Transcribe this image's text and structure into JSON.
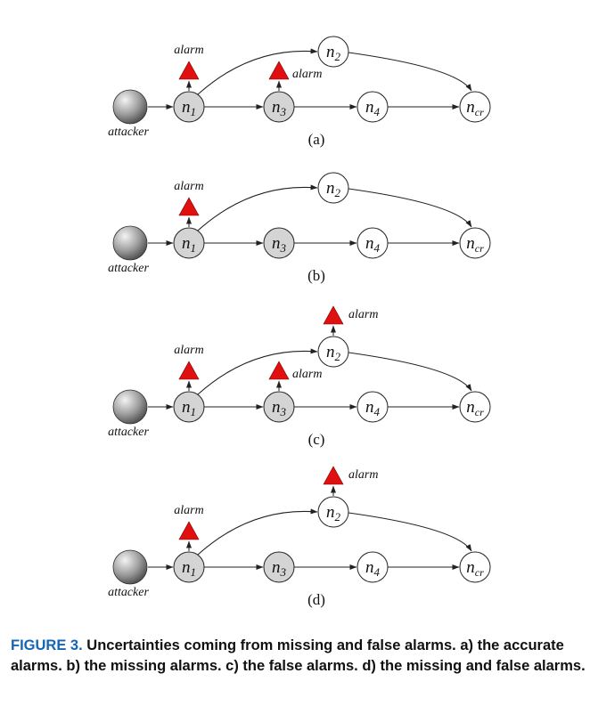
{
  "nodes": {
    "n1": {
      "base": "n",
      "sub": "1"
    },
    "n2": {
      "base": "n",
      "sub": "2"
    },
    "n3": {
      "base": "n",
      "sub": "3"
    },
    "n4": {
      "base": "n",
      "sub": "4"
    },
    "ncr": {
      "base": "n",
      "sub": "cr"
    }
  },
  "attacker_label": "attacker",
  "alarm_label": "alarm",
  "colors": {
    "alarm": "#e01010",
    "compromised_fill": "#d4d4d4",
    "normal_fill": "#ffffff",
    "edge": "#222222",
    "caption_prefix": "#1565b5"
  },
  "panels": [
    {
      "label": "(a)",
      "compromised": [
        "n1",
        "n3"
      ],
      "alarms": [
        "n1",
        "n3"
      ]
    },
    {
      "label": "(b)",
      "compromised": [
        "n1",
        "n3"
      ],
      "alarms": [
        "n1"
      ]
    },
    {
      "label": "(c)",
      "compromised": [
        "n1",
        "n3"
      ],
      "alarms": [
        "n1",
        "n3",
        "n2"
      ]
    },
    {
      "label": "(d)",
      "compromised": [
        "n1",
        "n3"
      ],
      "alarms": [
        "n1",
        "n2"
      ]
    }
  ],
  "caption": {
    "prefix": "FIGURE 3.",
    "text": "Uncertainties coming from missing and false alarms. a) the accurate alarms. b) the missing alarms. c) the false alarms. d) the missing and false alarms."
  }
}
